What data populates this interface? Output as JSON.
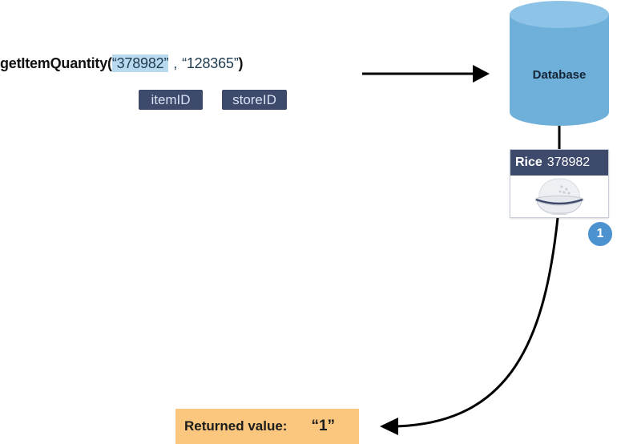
{
  "function_call": {
    "name": "getItemQuantity",
    "open_paren": "(",
    "arg1": "“378982”",
    "separator": ",",
    "arg2": "“128365”",
    "close_paren": ")"
  },
  "params": {
    "item_id_label": "itemID",
    "store_id_label": "storeID"
  },
  "database": {
    "label": "Database"
  },
  "product_card": {
    "name": "Rice",
    "id": "378982",
    "quantity": "1"
  },
  "result": {
    "label": "Returned value:",
    "value": "“1”"
  },
  "colors": {
    "database_fill": "#6fb0db",
    "card_header": "#3e4a6b",
    "badge": "#4b92cf",
    "returned_box": "#fbc77e",
    "arg_highlight": "#b9d9ef"
  },
  "icons": {
    "card_image": "rice-bowl-icon"
  }
}
